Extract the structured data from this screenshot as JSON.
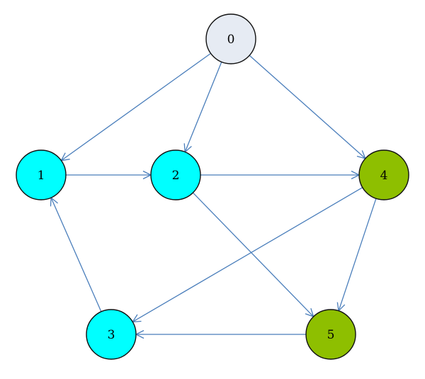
{
  "graph": {
    "colors": {
      "edge": "#4a7ebb",
      "node_stroke": "#111111",
      "neutral": "#e6ebf3",
      "cyan": "#00ffff",
      "green": "#8ebf00"
    },
    "nodes": [
      {
        "id": "0",
        "label": "0",
        "fill": "neutral"
      },
      {
        "id": "1",
        "label": "1",
        "fill": "cyan"
      },
      {
        "id": "2",
        "label": "2",
        "fill": "cyan"
      },
      {
        "id": "3",
        "label": "3",
        "fill": "cyan"
      },
      {
        "id": "4",
        "label": "4",
        "fill": "green"
      },
      {
        "id": "5",
        "label": "5",
        "fill": "green"
      }
    ],
    "edges": [
      {
        "from": "0",
        "to": "1"
      },
      {
        "from": "0",
        "to": "2"
      },
      {
        "from": "0",
        "to": "4"
      },
      {
        "from": "1",
        "to": "2"
      },
      {
        "from": "2",
        "to": "4"
      },
      {
        "from": "2",
        "to": "5"
      },
      {
        "from": "3",
        "to": "1"
      },
      {
        "from": "4",
        "to": "3"
      },
      {
        "from": "4",
        "to": "5"
      },
      {
        "from": "5",
        "to": "3"
      }
    ]
  }
}
